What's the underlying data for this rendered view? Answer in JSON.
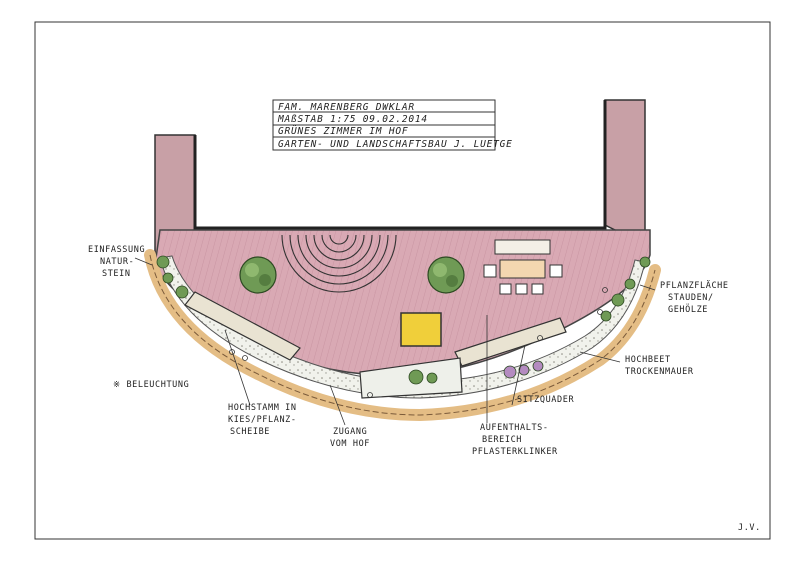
{
  "title_block": {
    "line1": "FAM. MARENBERG  DWKLAR",
    "line2": "MAßSTAB 1:75      09.02.2014",
    "line3": "GRÜNES ZIMMER IM HOF",
    "line4": "GARTEN- UND LANDSCHAFTSBAU J. LUETGE"
  },
  "labels": {
    "einfassung_1": "EINFASSUNG",
    "einfassung_2": "NATUR-",
    "einfassung_3": "STEIN",
    "beleuchtung": "※ BELEUCHTUNG",
    "hochstamm_1": "HOCHSTAMM IN",
    "hochstamm_2": "KIES/PFLANZ-",
    "hochstamm_3": "SCHEIBE",
    "zugang_1": "ZUGANG",
    "zugang_2": "VOM HOF",
    "aufenthalt_1": "AUFENTHALTS-",
    "aufenthalt_2": "BEREICH",
    "aufenthalt_3": "PFLASTERKLINKER",
    "sitzquader": "SITZQUADER",
    "hochbeet_1": "HOCHBEET",
    "hochbeet_2": "TROCKENMAUER",
    "pflanzflaeche_1": "PFLANZFLÄCHE",
    "pflanzflaeche_2": "STAUDEN/",
    "pflanzflaeche_3": "GEHÖLZE"
  },
  "signature": "J.V.",
  "colors": {
    "paving": "#d9a9b4",
    "paving_dark": "#c48a98",
    "wall": "#b58c93",
    "gravel": "#eef0ea",
    "stone": "#e7c58f",
    "plant_green": "#6f9a55",
    "sandbox": "#f0cf3a"
  }
}
